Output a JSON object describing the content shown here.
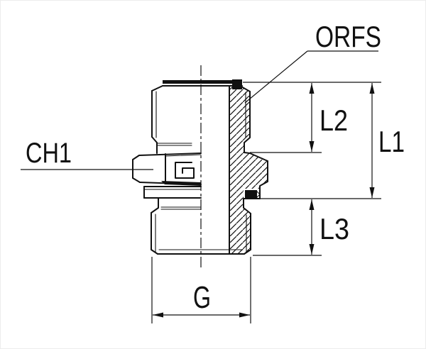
{
  "drawing": {
    "type": "technical-section-drawing",
    "labels": {
      "orfs": "ORFS",
      "ch1": "CH1",
      "l1": "L1",
      "l2": "L2",
      "l3": "L3",
      "g": "G"
    },
    "colors": {
      "line": "#111111",
      "background": "#ffffff"
    }
  }
}
